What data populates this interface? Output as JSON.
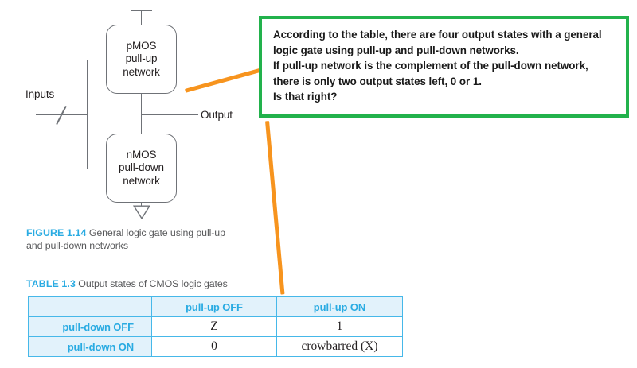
{
  "diagram": {
    "pmos_block": {
      "line1": "pMOS",
      "line2": "pull-up",
      "line3": "network"
    },
    "nmos_block": {
      "line1": "nMOS",
      "line2": "pull-down",
      "line3": "network"
    },
    "inputs_label": "Inputs",
    "output_label": "Output"
  },
  "figure_caption": {
    "tag": "FIGURE 1.14",
    "text": "General logic gate using pull-up and pull-down networks"
  },
  "table_caption": {
    "tag": "TABLE 1.3",
    "text": "Output states of CMOS logic gates"
  },
  "table": {
    "corner": "",
    "columns": [
      "pull-up OFF",
      "pull-up ON"
    ],
    "rows": [
      {
        "header": "pull-down OFF",
        "cells": [
          "Z",
          "1"
        ]
      },
      {
        "header": "pull-down ON",
        "cells": [
          "0",
          "crowbarred (X)"
        ]
      }
    ]
  },
  "annotation": {
    "text": "According to the table, there are four output states with a general logic gate using pull-up and pull-down networks.\nIf pull-up network is the complement of the pull-down network, there is only two output states left, 0 or 1.\nIs that right?"
  },
  "colors": {
    "accent_cyan": "#29ABE2",
    "table_header_bg": "#e2f2fb",
    "table_border": "#46B8E9",
    "annotation_border": "#22B24C",
    "leader_orange": "#F7941E",
    "wire_gray": "#6f7277",
    "caption_gray": "#58595b"
  }
}
